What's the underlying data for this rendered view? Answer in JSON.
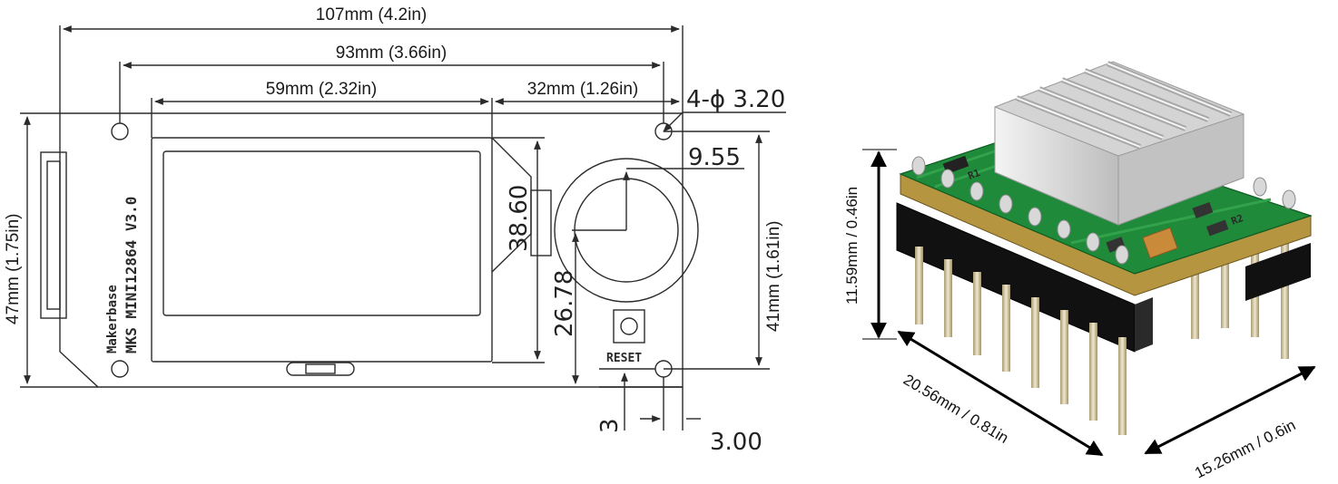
{
  "drawing": {
    "dim_overall_width": "107mm (4.2in)",
    "dim_hole_spacing": "93mm (3.66in)",
    "dim_lcd_width": "59mm (2.32in)",
    "dim_right_section": "32mm (1.26in)",
    "dim_hole_callout": "4-ϕ 3.20",
    "dim_encoder_radius": "9.55",
    "dim_lcd_height": "38.60",
    "dim_encoder_offset": "26.78",
    "dim_overall_height": "47mm (1.75in)",
    "dim_hole_vertical": "41mm (1.61in)",
    "dim_hole_edge_v": "3",
    "dim_hole_edge_h": "3.00",
    "silk_brand": "Makerbase",
    "silk_model": "MKS MINI12864 V3.0",
    "silk_reset": "RESET"
  },
  "module": {
    "dim_height": "11.59mm / 0.46in",
    "dim_length": "20.56mm / 0.81in",
    "dim_width": "15.26mm / 0.6in",
    "silk_r1": "R1",
    "silk_r2": "R2"
  },
  "colors": {
    "line": "#2b2b2b",
    "pcb_green": "#1f8a3a",
    "pcb_edge": "#c9a44a",
    "header_black": "#111111",
    "pin_gold": "#d9c9a0",
    "heatsink": "#dcdcdc"
  }
}
